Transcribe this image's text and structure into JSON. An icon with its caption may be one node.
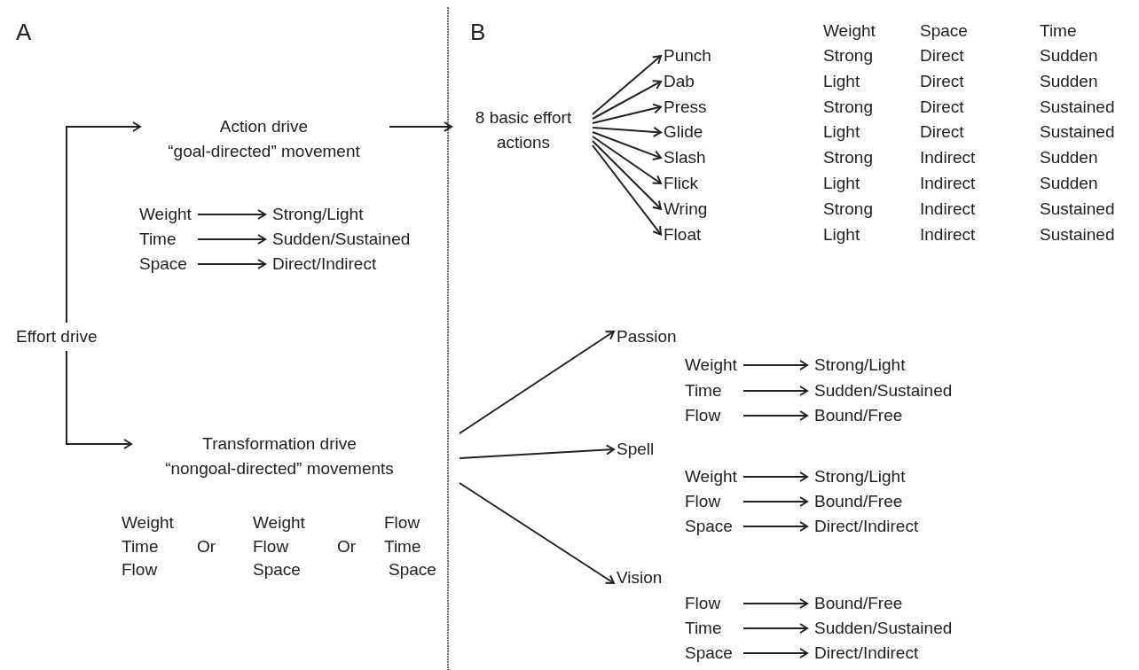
{
  "diagram": {
    "nodes": [
      {
        "text": [
          "Effort drive"
        ]
      },
      {
        "text": [
          "Action drive",
          "“goal-directed” movement"
        ]
      },
      {
        "text": [
          "Transformation drive",
          "“nongoal-directed” movements"
        ]
      },
      {
        "text": [
          "8 basic effort actions"
        ]
      },
      {
        "text": [
          "Punch"
        ]
      },
      {
        "text": [
          "Dab"
        ]
      },
      {
        "text": [
          "Press"
        ]
      },
      {
        "text": [
          "Glide"
        ]
      },
      {
        "text": [
          "Slash"
        ]
      },
      {
        "text": [
          "Flick"
        ]
      },
      {
        "text": [
          "Wring"
        ]
      },
      {
        "text": [
          "Float"
        ]
      },
      {
        "text": [
          "Passion"
        ]
      },
      {
        "text": [
          "Spell"
        ]
      },
      {
        "text": [
          "Vision"
        ]
      },
      {
        "text": [
          "Weight"
        ]
      },
      {
        "text": [
          "Strong/Light"
        ]
      },
      {
        "text": [
          "Time"
        ]
      },
      {
        "text": [
          "Sudden/Sustained"
        ]
      },
      {
        "text": [
          "Space"
        ]
      },
      {
        "text": [
          "Direct/Indirect"
        ]
      },
      {
        "text": [
          "Weight"
        ]
      },
      {
        "text": [
          "Strong/Light"
        ]
      },
      {
        "text": [
          "Time"
        ]
      },
      {
        "text": [
          "Sudden/Sustained"
        ]
      },
      {
        "text": [
          "Flow"
        ]
      },
      {
        "text": [
          "Bound/Free"
        ]
      },
      {
        "text": [
          "Weight"
        ]
      },
      {
        "text": [
          "Strong/Light"
        ]
      },
      {
        "text": [
          "Flow"
        ]
      },
      {
        "text": [
          "Bound/Free"
        ]
      },
      {
        "text": [
          "Space"
        ]
      },
      {
        "text": [
          "Direct/Indirect"
        ]
      },
      {
        "text": [
          "Flow"
        ]
      },
      {
        "text": [
          "Bound/Free"
        ]
      },
      {
        "text": [
          "Time"
        ]
      },
      {
        "text": [
          "Sudden/Sustained"
        ]
      },
      {
        "text": [
          "Space"
        ]
      },
      {
        "text": [
          "Direct/Indirect"
        ]
      }
    ],
    "edges": [
      {
        "from": 0,
        "to": 1,
        "arrow": "to"
      },
      {
        "from": 1,
        "to": 3,
        "arrow": "to"
      },
      {
        "from": 0,
        "to": 2,
        "arrow": "to"
      },
      {
        "from": 3,
        "to": 4,
        "arrow": "to"
      },
      {
        "from": 3,
        "to": 5,
        "arrow": "to"
      },
      {
        "from": 3,
        "to": 6,
        "arrow": "to"
      },
      {
        "from": 3,
        "to": 7,
        "arrow": "to"
      },
      {
        "from": 3,
        "to": 8,
        "arrow": "to"
      },
      {
        "from": 3,
        "to": 9,
        "arrow": "to"
      },
      {
        "from": 3,
        "to": 10,
        "arrow": "to"
      },
      {
        "from": 3,
        "to": 11,
        "arrow": "to"
      },
      {
        "from": 2,
        "to": 12,
        "arrow": "to"
      },
      {
        "from": 2,
        "to": 13,
        "arrow": "to"
      },
      {
        "from": 2,
        "to": 14,
        "arrow": "to"
      },
      {
        "from": 15,
        "to": 16,
        "arrow": "to"
      },
      {
        "from": 17,
        "to": 18,
        "arrow": "to"
      },
      {
        "from": 19,
        "to": 20,
        "arrow": "to"
      },
      {
        "from": 21,
        "to": 22,
        "arrow": "to"
      },
      {
        "from": 23,
        "to": 24,
        "arrow": "to"
      },
      {
        "from": 25,
        "to": 26,
        "arrow": "to"
      },
      {
        "from": 27,
        "to": 28,
        "arrow": "to"
      },
      {
        "from": 29,
        "to": 30,
        "arrow": "to"
      },
      {
        "from": 31,
        "to": 32,
        "arrow": "to"
      },
      {
        "from": 33,
        "to": 34,
        "arrow": "to"
      },
      {
        "from": 35,
        "to": 36,
        "arrow": "to"
      },
      {
        "from": 37,
        "to": 38,
        "arrow": "to"
      }
    ],
    "labels": [
      "A",
      "B",
      "Weight",
      "Space",
      "Time",
      "Strong",
      "Direct",
      "Sudden",
      "Light",
      "Direct",
      "Sudden",
      "Strong",
      "Direct",
      "Sustained",
      "Light",
      "Direct",
      "Sustained",
      "Strong",
      "Indirect",
      "Sudden",
      "Light",
      "Indirect",
      "Sudden",
      "Strong",
      "Indirect",
      "Sustained",
      "Light",
      "Indirect",
      "Sustained",
      "Weight",
      "Weight",
      "Flow",
      "Time",
      "Or",
      "Flow",
      "Or",
      "Time",
      "Flow",
      "Space",
      "Space"
    ]
  }
}
